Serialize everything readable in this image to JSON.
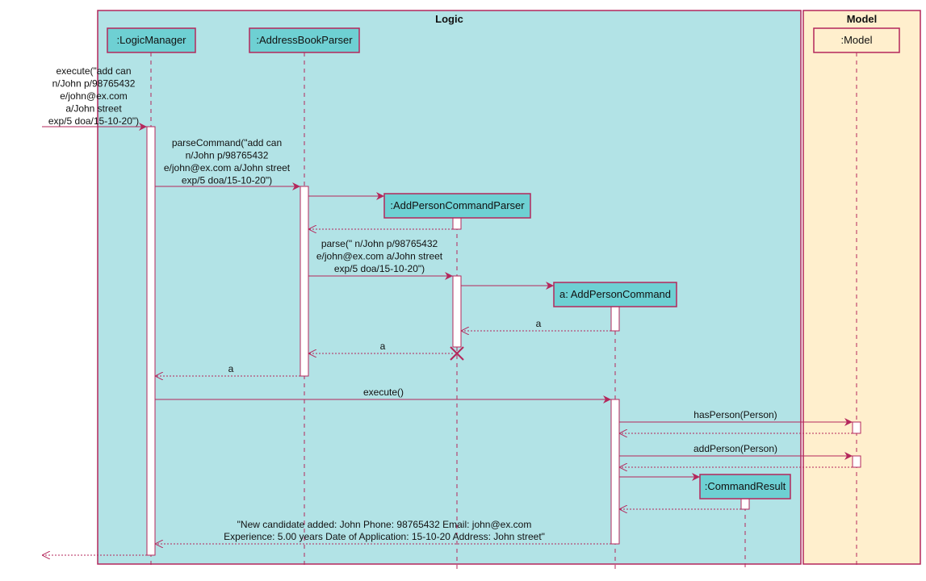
{
  "colors": {
    "logic_fill": "#B2E3E6",
    "model_fill": "#FFEFCD",
    "border": "#B4275B",
    "participant_fill": "#6ED0D3",
    "model_participant_fill": "#FFEFCD",
    "activation_fill": "#ffffff",
    "text": "#111111"
  },
  "boxes": [
    {
      "id": "logic",
      "title": "Logic"
    },
    {
      "id": "model",
      "title": "Model"
    }
  ],
  "participants": [
    {
      "id": "lm",
      "label": ":LogicManager"
    },
    {
      "id": "abp",
      "label": ":AddressBookParser"
    },
    {
      "id": "apcp",
      "label": ":AddPersonCommandParser"
    },
    {
      "id": "apc",
      "label": "a: AddPersonCommand"
    },
    {
      "id": "cr",
      "label": ":CommandResult"
    },
    {
      "id": "model",
      "label": ":Model"
    }
  ],
  "messages": [
    {
      "id": "m1",
      "type": "call",
      "lines": [
        "execute(\"add can",
        "n/John p/98765432",
        "e/john@ex.com",
        "a/John street",
        "exp/5 doa/15-10-20\")"
      ]
    },
    {
      "id": "m2",
      "type": "call",
      "lines": [
        "parseCommand(\"add can",
        "n/John p/98765432",
        "e/john@ex.com a/John street",
        "exp/5 doa/15-10-20\")"
      ]
    },
    {
      "id": "m3",
      "type": "create",
      "lines": []
    },
    {
      "id": "m4",
      "type": "return",
      "lines": []
    },
    {
      "id": "m5",
      "type": "call",
      "lines": [
        "parse(\" n/John p/98765432",
        "e/john@ex.com a/John street",
        "exp/5 doa/15-10-20\")"
      ]
    },
    {
      "id": "m6",
      "type": "create",
      "lines": []
    },
    {
      "id": "m7",
      "type": "return",
      "lines": [
        "a"
      ]
    },
    {
      "id": "m8",
      "type": "return",
      "lines": [
        "a"
      ]
    },
    {
      "id": "m9",
      "type": "return",
      "lines": [
        "a"
      ]
    },
    {
      "id": "m10",
      "type": "call",
      "lines": [
        "execute()"
      ]
    },
    {
      "id": "m11",
      "type": "call",
      "lines": [
        "hasPerson(Person)"
      ]
    },
    {
      "id": "m12",
      "type": "return",
      "lines": []
    },
    {
      "id": "m13",
      "type": "call",
      "lines": [
        "addPerson(Person)"
      ]
    },
    {
      "id": "m14",
      "type": "return",
      "lines": []
    },
    {
      "id": "m15",
      "type": "create",
      "lines": []
    },
    {
      "id": "m16",
      "type": "return",
      "lines": []
    },
    {
      "id": "m17",
      "type": "return",
      "lines": [
        "\"New candidate added: John Phone: 98765432 Email: john@ex.com",
        "Experience: 5.00 years Date of Application: 15-10-20 Address: John street\""
      ]
    },
    {
      "id": "m18",
      "type": "return",
      "lines": []
    }
  ],
  "destroyed": [
    "apcp"
  ]
}
